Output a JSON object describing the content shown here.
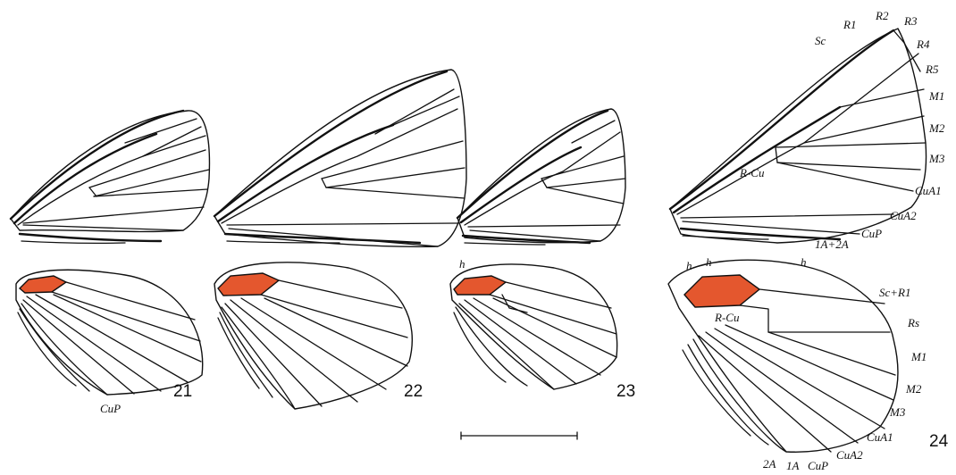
{
  "figure_numbers": [
    "21",
    "22",
    "23",
    "24"
  ],
  "highlight_color": "#e4572e",
  "forewing_labels": {
    "sc": "Sc",
    "r1": "R1",
    "r2": "R2",
    "r3": "R3",
    "r4": "R4",
    "r5": "R5",
    "m1": "M1",
    "m2": "M2",
    "m3": "M3",
    "cua1": "CuA1",
    "cua2": "CuA2",
    "cup": "CuP",
    "a12": "1A+2A",
    "rcu": "R-Cu"
  },
  "hindwing_labels": {
    "h": "h",
    "scr1": "Sc+R1",
    "rs": "Rs",
    "m1": "M1",
    "m2": "M2",
    "m3": "M3",
    "cua1": "CuA1",
    "cua2": "CuA2",
    "cup": "CuP",
    "a1": "1A",
    "a2": "2A",
    "rcu": "R-Cu"
  },
  "fig21_label": "CuP",
  "fig23_label": "h"
}
